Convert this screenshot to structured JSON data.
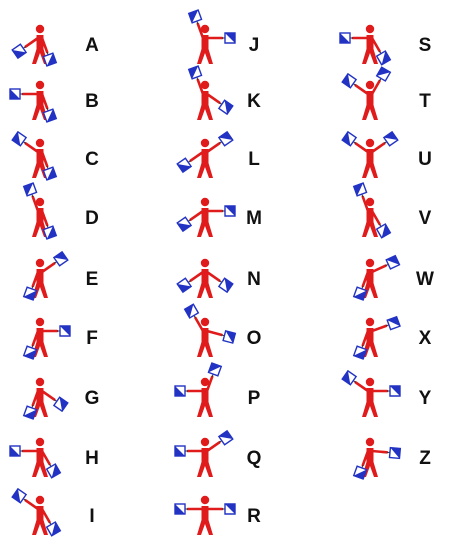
{
  "colors": {
    "figure": "#e01b1b",
    "flag": "#2233c4",
    "flag_bg": "#ffffff"
  },
  "signals": [
    {
      "letter": "A",
      "right": "low",
      "left": "down"
    },
    {
      "letter": "B",
      "right": "out",
      "left": "down"
    },
    {
      "letter": "C",
      "right": "high",
      "left": "down"
    },
    {
      "letter": "D",
      "right": "up",
      "left": "down"
    },
    {
      "letter": "E",
      "right": "down",
      "left": "high"
    },
    {
      "letter": "F",
      "right": "down",
      "left": "out"
    },
    {
      "letter": "G",
      "right": "down",
      "left": "low"
    },
    {
      "letter": "H",
      "right": "out",
      "left": "low_cross"
    },
    {
      "letter": "I",
      "right": "high",
      "left": "low_cross"
    },
    {
      "letter": "J",
      "right": "up",
      "left": "out"
    },
    {
      "letter": "K",
      "right": "up",
      "left": "low"
    },
    {
      "letter": "L",
      "right": "low",
      "left": "high"
    },
    {
      "letter": "M",
      "right": "low",
      "left": "out"
    },
    {
      "letter": "N",
      "right": "low",
      "left": "low"
    },
    {
      "letter": "O",
      "right": "high_cross",
      "left": "out_cross"
    },
    {
      "letter": "P",
      "right": "out",
      "left": "up"
    },
    {
      "letter": "Q",
      "right": "out",
      "left": "high"
    },
    {
      "letter": "R",
      "right": "out",
      "left": "out"
    },
    {
      "letter": "S",
      "right": "out",
      "left": "low_cross"
    },
    {
      "letter": "T",
      "right": "high",
      "left": "high_cross"
    },
    {
      "letter": "U",
      "right": "high",
      "left": "high"
    },
    {
      "letter": "V",
      "right": "up",
      "left": "low_cross"
    },
    {
      "letter": "W",
      "right": "down",
      "left": "high_w"
    },
    {
      "letter": "X",
      "right": "down",
      "left": "high_x"
    },
    {
      "letter": "Y",
      "right": "high",
      "left": "out"
    },
    {
      "letter": "Z",
      "right": "down",
      "left": "out_z"
    }
  ]
}
